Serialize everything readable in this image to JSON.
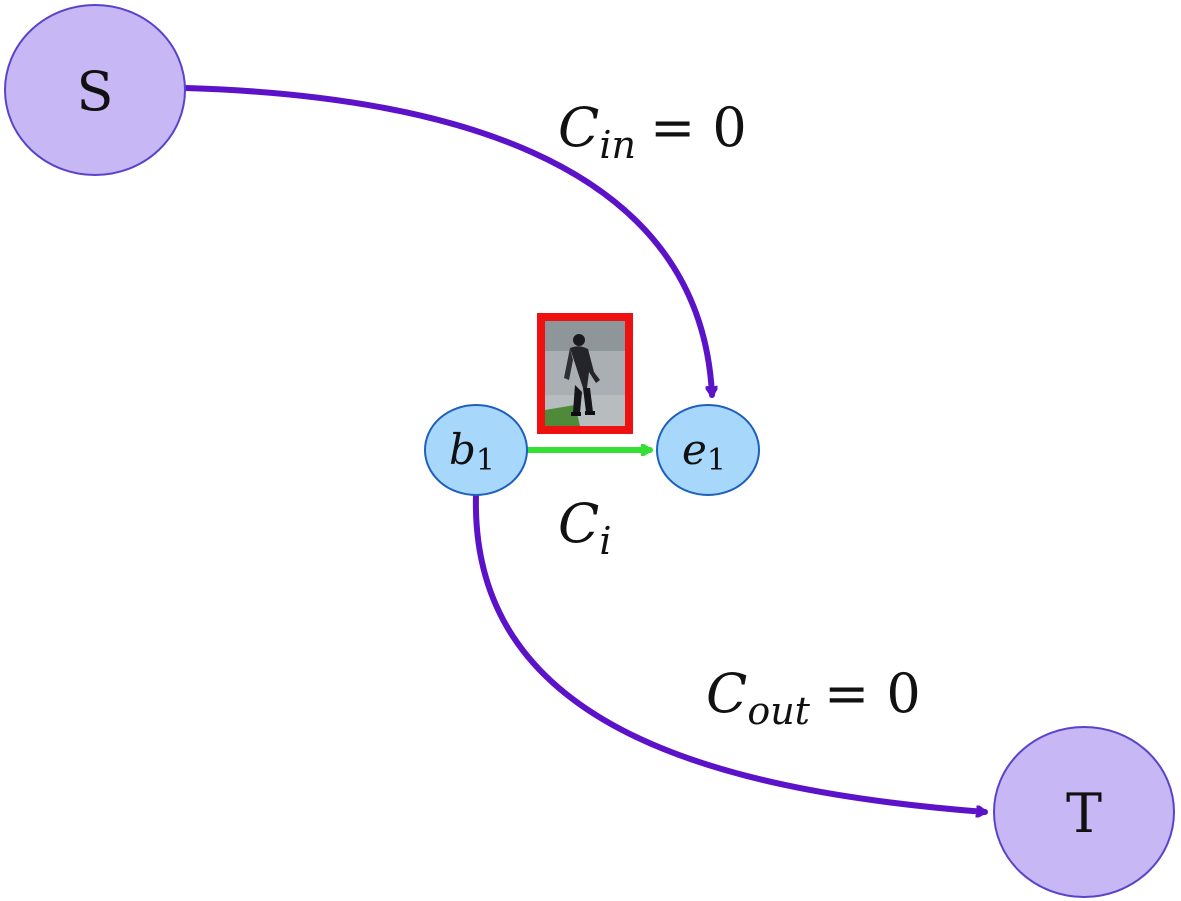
{
  "nodes": {
    "source": {
      "label": "S"
    },
    "sink": {
      "label": "T"
    },
    "begin": {
      "base": "b",
      "sub": "1"
    },
    "end": {
      "base": "e",
      "sub": "1"
    }
  },
  "edges": {
    "in": {
      "base": "C",
      "sub": "in",
      "rhs": "= 0"
    },
    "observation": {
      "base": "C",
      "sub": "i"
    },
    "out": {
      "base": "C",
      "sub": "out",
      "rhs": "= 0"
    }
  },
  "colors": {
    "terminal_fill": "#c7b8f5",
    "terminal_stroke": "#5a43c9",
    "detection_fill": "#a7d8fb",
    "detection_stroke": "#1f5fbf",
    "flow_edge": "#5b12c9",
    "observation_edge": "#33e033",
    "bbox_border": "#ee1111"
  },
  "icons": {
    "detection_thumbnail": "pedestrian-thumbnail-icon"
  }
}
